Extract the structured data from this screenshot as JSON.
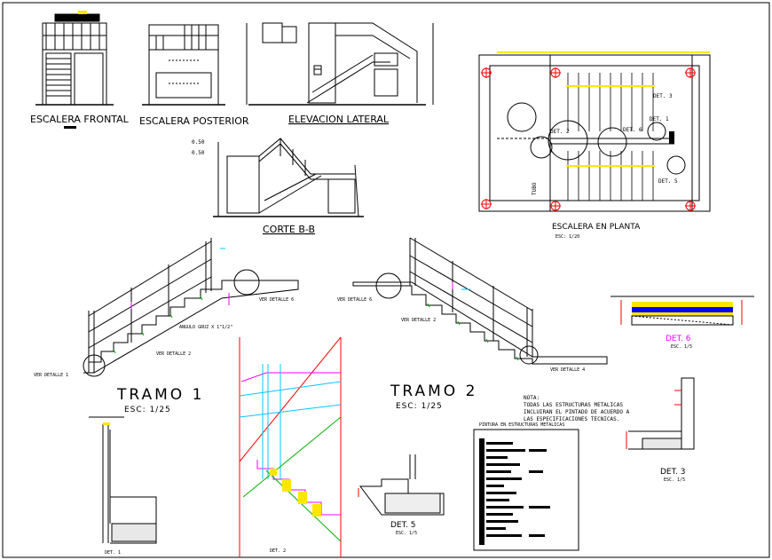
{
  "views": {
    "frontal": "ESCALERA FRONTAL",
    "posterior": "ESCALERA POSTERIOR",
    "lateral": "ELEVACION LATERAL",
    "corte": "CORTE B-B",
    "planta": "ESCALERA EN PLANTA",
    "planta_scale": "ESC: 1/20"
  },
  "corte_dims": {
    "d1": "0.50",
    "d2": "0.50"
  },
  "planta": {
    "det3": "DET. 3",
    "det6": "DET. 6",
    "det1": "DET. 1",
    "det2": "DET. 2",
    "det5": "DET. 5",
    "tubo": "TUBO"
  },
  "tramo1": {
    "title": "TRAMO 1",
    "scale": "ESC: 1/25",
    "ver6": "VER DETALLE 6",
    "ver2": "VER DETALLE 2",
    "ver1": "VER DETALLE 1",
    "angulo": "ANGULO GRUZ X 1\"1/2\""
  },
  "tramo2": {
    "title": "TRAMO 2",
    "scale": "ESC: 1/25",
    "ver6": "VER DETALLE 6",
    "ver2": "VER DETALLE 2",
    "ver4": "VER DETALLE 4"
  },
  "nota": {
    "head": "NOTA:",
    "l1": "TODAS LAS ESTRUCTURAS METALICAS",
    "l2": "INCLUIRAN EL PINTADO DE ACUERDO A",
    "l3": "LAS ESPECIFICACIONES TECNICAS."
  },
  "pintura_title": "PINTURA EN ESTRUCTURAS METALICAS",
  "details": {
    "det6": "DET. 6",
    "det6_scale": "ESC. 1/5",
    "det3": "DET. 3",
    "det3_scale": "ESC. 1/5",
    "det5": "DET. 5",
    "det5_scale": "ESC. 1/5",
    "det1": "DET. 1",
    "det2": "DET. 2"
  },
  "colors": {
    "red": "#ff0000",
    "magenta": "#ff00ff",
    "yellow": "#ffe600",
    "cyan": "#00c8ff",
    "green": "#00b000",
    "blue": "#0000ff"
  }
}
